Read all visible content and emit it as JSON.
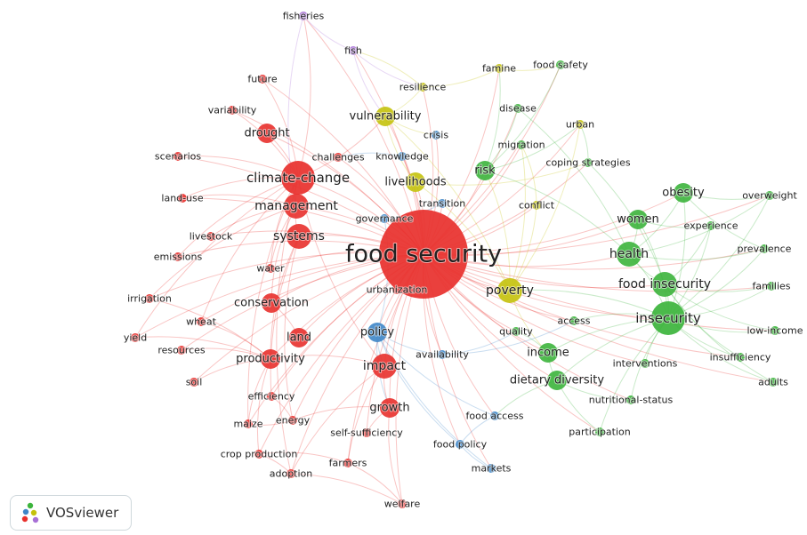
{
  "app": {
    "name": "VOSviewer"
  },
  "clusters": {
    "red": "#e8302c",
    "green": "#3cb43c",
    "blue": "#3e86c8",
    "yellow": "#c4c20c",
    "purple": "#a870d6"
  },
  "terms": [
    {
      "label": "food security",
      "cluster": "red",
      "weight": 10
    },
    {
      "label": "climate-change",
      "cluster": "red",
      "weight": 5
    },
    {
      "label": "management",
      "cluster": "red",
      "weight": 4
    },
    {
      "label": "systems",
      "cluster": "red",
      "weight": 4
    },
    {
      "label": "impact",
      "cluster": "red",
      "weight": 4
    },
    {
      "label": "productivity",
      "cluster": "red",
      "weight": 3
    },
    {
      "label": "growth",
      "cluster": "red",
      "weight": 3
    },
    {
      "label": "land",
      "cluster": "red",
      "weight": 3
    },
    {
      "label": "conservation",
      "cluster": "red",
      "weight": 3
    },
    {
      "label": "drought",
      "cluster": "red",
      "weight": 3
    },
    {
      "label": "water",
      "cluster": "red",
      "weight": 2
    },
    {
      "label": "land-use",
      "cluster": "red",
      "weight": 2
    },
    {
      "label": "livestock",
      "cluster": "red",
      "weight": 2
    },
    {
      "label": "emissions",
      "cluster": "red",
      "weight": 2
    },
    {
      "label": "irrigation",
      "cluster": "red",
      "weight": 2
    },
    {
      "label": "wheat",
      "cluster": "red",
      "weight": 2
    },
    {
      "label": "yield",
      "cluster": "red",
      "weight": 2
    },
    {
      "label": "resources",
      "cluster": "red",
      "weight": 2
    },
    {
      "label": "soil",
      "cluster": "red",
      "weight": 2
    },
    {
      "label": "efficiency",
      "cluster": "red",
      "weight": 2
    },
    {
      "label": "energy",
      "cluster": "red",
      "weight": 2
    },
    {
      "label": "maize",
      "cluster": "red",
      "weight": 2
    },
    {
      "label": "crop production",
      "cluster": "red",
      "weight": 2
    },
    {
      "label": "adoption",
      "cluster": "red",
      "weight": 2
    },
    {
      "label": "farmers",
      "cluster": "red",
      "weight": 2
    },
    {
      "label": "welfare",
      "cluster": "red",
      "weight": 2
    },
    {
      "label": "self-sufficiency",
      "cluster": "red",
      "weight": 2
    },
    {
      "label": "variability",
      "cluster": "red",
      "weight": 2
    },
    {
      "label": "future",
      "cluster": "red",
      "weight": 2
    },
    {
      "label": "scenarios",
      "cluster": "red",
      "weight": 2
    },
    {
      "label": "challenges",
      "cluster": "red",
      "weight": 2
    },
    {
      "label": "urbanization",
      "cluster": "red",
      "weight": 2
    },
    {
      "label": "insecurity",
      "cluster": "green",
      "weight": 5
    },
    {
      "label": "health",
      "cluster": "green",
      "weight": 4
    },
    {
      "label": "food insecurity",
      "cluster": "green",
      "weight": 4
    },
    {
      "label": "obesity",
      "cluster": "green",
      "weight": 3
    },
    {
      "label": "women",
      "cluster": "green",
      "weight": 3
    },
    {
      "label": "income",
      "cluster": "green",
      "weight": 3
    },
    {
      "label": "dietary diversity",
      "cluster": "green",
      "weight": 3
    },
    {
      "label": "risk",
      "cluster": "green",
      "weight": 3
    },
    {
      "label": "overweight",
      "cluster": "green",
      "weight": 2
    },
    {
      "label": "experience",
      "cluster": "green",
      "weight": 2
    },
    {
      "label": "prevalence",
      "cluster": "green",
      "weight": 2
    },
    {
      "label": "families",
      "cluster": "green",
      "weight": 2
    },
    {
      "label": "low-income",
      "cluster": "green",
      "weight": 2
    },
    {
      "label": "insufficiency",
      "cluster": "green",
      "weight": 2
    },
    {
      "label": "adults",
      "cluster": "green",
      "weight": 2
    },
    {
      "label": "interventions",
      "cluster": "green",
      "weight": 2
    },
    {
      "label": "nutritional-status",
      "cluster": "green",
      "weight": 2
    },
    {
      "label": "participation",
      "cluster": "green",
      "weight": 2
    },
    {
      "label": "quality",
      "cluster": "green",
      "weight": 2
    },
    {
      "label": "access",
      "cluster": "green",
      "weight": 2
    },
    {
      "label": "disease",
      "cluster": "green",
      "weight": 2
    },
    {
      "label": "migration",
      "cluster": "green",
      "weight": 2
    },
    {
      "label": "food safety",
      "cluster": "green",
      "weight": 2
    },
    {
      "label": "coping strategies",
      "cluster": "green",
      "weight": 2
    },
    {
      "label": "policy",
      "cluster": "blue",
      "weight": 3
    },
    {
      "label": "availability",
      "cluster": "blue",
      "weight": 2
    },
    {
      "label": "food access",
      "cluster": "blue",
      "weight": 2
    },
    {
      "label": "food policy",
      "cluster": "blue",
      "weight": 2
    },
    {
      "label": "markets",
      "cluster": "blue",
      "weight": 2
    },
    {
      "label": "governance",
      "cluster": "blue",
      "weight": 2
    },
    {
      "label": "transition",
      "cluster": "blue",
      "weight": 2
    },
    {
      "label": "crisis",
      "cluster": "blue",
      "weight": 2
    },
    {
      "label": "knowledge",
      "cluster": "blue",
      "weight": 2
    },
    {
      "label": "poverty",
      "cluster": "yellow",
      "weight": 4
    },
    {
      "label": "vulnerability",
      "cluster": "yellow",
      "weight": 3
    },
    {
      "label": "livelihoods",
      "cluster": "yellow",
      "weight": 3
    },
    {
      "label": "resilience",
      "cluster": "yellow",
      "weight": 2
    },
    {
      "label": "conflict",
      "cluster": "yellow",
      "weight": 2
    },
    {
      "label": "famine",
      "cluster": "yellow",
      "weight": 2
    },
    {
      "label": "urban",
      "cluster": "yellow",
      "weight": 2
    },
    {
      "label": "fisheries",
      "cluster": "purple",
      "weight": 2
    },
    {
      "label": "fish",
      "cluster": "purple",
      "weight": 2
    }
  ],
  "links": [
    [
      "food security",
      "climate-change"
    ],
    [
      "food security",
      "management"
    ],
    [
      "food security",
      "systems"
    ],
    [
      "food security",
      "impact"
    ],
    [
      "food security",
      "productivity"
    ],
    [
      "food security",
      "growth"
    ],
    [
      "food security",
      "land"
    ],
    [
      "food security",
      "conservation"
    ],
    [
      "food security",
      "drought"
    ],
    [
      "food security",
      "water"
    ],
    [
      "food security",
      "poverty"
    ],
    [
      "food security",
      "insecurity"
    ],
    [
      "food security",
      "health"
    ],
    [
      "food security",
      "food insecurity"
    ],
    [
      "food security",
      "policy"
    ],
    [
      "food security",
      "vulnerability"
    ],
    [
      "food security",
      "livelihoods"
    ],
    [
      "food security",
      "income"
    ],
    [
      "food security",
      "dietary diversity"
    ],
    [
      "food security",
      "risk"
    ],
    [
      "food security",
      "obesity"
    ],
    [
      "food security",
      "women"
    ],
    [
      "food security",
      "availability"
    ],
    [
      "food security",
      "food access"
    ],
    [
      "food security",
      "governance"
    ],
    [
      "food security",
      "resilience"
    ],
    [
      "food security",
      "fish"
    ],
    [
      "food security",
      "fisheries"
    ],
    [
      "food security",
      "welfare"
    ],
    [
      "food security",
      "adoption"
    ],
    [
      "food security",
      "farmers"
    ],
    [
      "food security",
      "yield"
    ],
    [
      "food security",
      "irrigation"
    ],
    [
      "food security",
      "emissions"
    ],
    [
      "food security",
      "land-use"
    ],
    [
      "food security",
      "scenarios"
    ],
    [
      "food security",
      "variability"
    ],
    [
      "food security",
      "future"
    ],
    [
      "food security",
      "overweight"
    ],
    [
      "food security",
      "prevalence"
    ],
    [
      "food security",
      "families"
    ],
    [
      "food security",
      "low-income"
    ],
    [
      "food security",
      "adults"
    ],
    [
      "food security",
      "insufficiency"
    ],
    [
      "food security",
      "markets"
    ],
    [
      "food security",
      "food policy"
    ],
    [
      "food security",
      "conflict"
    ],
    [
      "food security",
      "famine"
    ],
    [
      "food security",
      "food safety"
    ],
    [
      "food security",
      "urban"
    ],
    [
      "food security",
      "migration"
    ],
    [
      "food security",
      "disease"
    ],
    [
      "food security",
      "coping strategies"
    ],
    [
      "food security",
      "crop production"
    ],
    [
      "food security",
      "maize"
    ],
    [
      "food security",
      "energy"
    ],
    [
      "food security",
      "efficiency"
    ],
    [
      "food security",
      "soil"
    ],
    [
      "food security",
      "resources"
    ],
    [
      "food security",
      "wheat"
    ],
    [
      "food security",
      "livestock"
    ],
    [
      "food security",
      "challenges"
    ],
    [
      "food security",
      "knowledge"
    ],
    [
      "food security",
      "crisis"
    ],
    [
      "food security",
      "transition"
    ],
    [
      "food security",
      "urbanization"
    ],
    [
      "food security",
      "self-sufficiency"
    ],
    [
      "food security",
      "quality"
    ],
    [
      "food security",
      "access"
    ],
    [
      "food security",
      "interventions"
    ],
    [
      "food security",
      "nutritional-status"
    ],
    [
      "food security",
      "participation"
    ],
    [
      "climate-change",
      "drought"
    ],
    [
      "climate-change",
      "variability"
    ],
    [
      "climate-change",
      "scenarios"
    ],
    [
      "climate-change",
      "management"
    ],
    [
      "climate-change",
      "land-use"
    ],
    [
      "climate-change",
      "impact"
    ],
    [
      "climate-change",
      "vulnerability"
    ],
    [
      "climate-change",
      "adoption"
    ],
    [
      "climate-change",
      "yield"
    ],
    [
      "climate-change",
      "future"
    ],
    [
      "climate-change",
      "emissions"
    ],
    [
      "climate-change",
      "water"
    ],
    [
      "climate-change",
      "fisheries"
    ],
    [
      "climate-change",
      "wheat"
    ],
    [
      "climate-change",
      "maize"
    ],
    [
      "management",
      "systems"
    ],
    [
      "management",
      "conservation"
    ],
    [
      "management",
      "water"
    ],
    [
      "management",
      "land-use"
    ],
    [
      "management",
      "livestock"
    ],
    [
      "management",
      "irrigation"
    ],
    [
      "systems",
      "productivity"
    ],
    [
      "systems",
      "energy"
    ],
    [
      "systems",
      "efficiency"
    ],
    [
      "impact",
      "productivity"
    ],
    [
      "impact",
      "growth"
    ],
    [
      "impact",
      "adoption"
    ],
    [
      "impact",
      "farmers"
    ],
    [
      "productivity",
      "yield"
    ],
    [
      "productivity",
      "wheat"
    ],
    [
      "productivity",
      "resources"
    ],
    [
      "productivity",
      "soil"
    ],
    [
      "productivity",
      "crop production"
    ],
    [
      "productivity",
      "maize"
    ],
    [
      "productivity",
      "irrigation"
    ],
    [
      "growth",
      "welfare"
    ],
    [
      "growth",
      "self-sufficiency"
    ],
    [
      "growth",
      "energy"
    ],
    [
      "land",
      "conservation"
    ],
    [
      "insecurity",
      "health"
    ],
    [
      "insecurity",
      "food insecurity"
    ],
    [
      "insecurity",
      "obesity"
    ],
    [
      "insecurity",
      "women"
    ],
    [
      "insecurity",
      "overweight"
    ],
    [
      "insecurity",
      "prevalence"
    ],
    [
      "insecurity",
      "families"
    ],
    [
      "insecurity",
      "low-income"
    ],
    [
      "insecurity",
      "insufficiency"
    ],
    [
      "insecurity",
      "adults"
    ],
    [
      "insecurity",
      "interventions"
    ],
    [
      "insecurity",
      "experience"
    ],
    [
      "insecurity",
      "income"
    ],
    [
      "insecurity",
      "poverty"
    ],
    [
      "insecurity",
      "dietary diversity"
    ],
    [
      "insecurity",
      "nutritional-status"
    ],
    [
      "insecurity",
      "participation"
    ],
    [
      "insecurity",
      "access"
    ],
    [
      "health",
      "obesity"
    ],
    [
      "health",
      "women"
    ],
    [
      "health",
      "risk"
    ],
    [
      "health",
      "disease"
    ],
    [
      "health",
      "food insecurity"
    ],
    [
      "health",
      "prevalence"
    ],
    [
      "health",
      "overweight"
    ],
    [
      "food insecurity",
      "families"
    ],
    [
      "food insecurity",
      "low-income"
    ],
    [
      "food insecurity",
      "adults"
    ],
    [
      "food insecurity",
      "insufficiency"
    ],
    [
      "food insecurity",
      "experience"
    ],
    [
      "food insecurity",
      "coping strategies"
    ],
    [
      "obesity",
      "overweight"
    ],
    [
      "obesity",
      "prevalence"
    ],
    [
      "women",
      "experience"
    ],
    [
      "income",
      "dietary diversity"
    ],
    [
      "income",
      "quality"
    ],
    [
      "dietary diversity",
      "nutritional-status"
    ],
    [
      "dietary diversity",
      "participation"
    ],
    [
      "dietary diversity",
      "food access"
    ],
    [
      "poverty",
      "vulnerability"
    ],
    [
      "poverty",
      "livelihoods"
    ],
    [
      "poverty",
      "conflict"
    ],
    [
      "poverty",
      "income"
    ],
    [
      "poverty",
      "risk"
    ],
    [
      "poverty",
      "urban"
    ],
    [
      "poverty",
      "migration"
    ],
    [
      "vulnerability",
      "resilience"
    ],
    [
      "vulnerability",
      "livelihoods"
    ],
    [
      "vulnerability",
      "crisis"
    ],
    [
      "resilience",
      "famine"
    ],
    [
      "resilience",
      "fish"
    ],
    [
      "livelihoods",
      "coping strategies"
    ],
    [
      "policy",
      "availability"
    ],
    [
      "policy",
      "food access"
    ],
    [
      "policy",
      "food policy"
    ],
    [
      "policy",
      "markets"
    ],
    [
      "policy",
      "governance"
    ],
    [
      "policy",
      "impact"
    ],
    [
      "policy",
      "growth"
    ],
    [
      "availability",
      "access"
    ],
    [
      "availability",
      "quality"
    ],
    [
      "food access",
      "food policy"
    ],
    [
      "food policy",
      "markets"
    ],
    [
      "governance",
      "transition"
    ],
    [
      "knowledge",
      "challenges"
    ],
    [
      "fisheries",
      "fish"
    ],
    [
      "fish",
      "vulnerability"
    ],
    [
      "fish",
      "resilience"
    ],
    [
      "fisheries",
      "management"
    ],
    [
      "risk",
      "famine"
    ],
    [
      "risk",
      "food safety"
    ],
    [
      "risk",
      "disease"
    ],
    [
      "risk",
      "urban"
    ],
    [
      "coping strategies",
      "urban"
    ],
    [
      "famine",
      "food safety"
    ],
    [
      "conflict",
      "migration"
    ],
    [
      "welfare",
      "farmers"
    ],
    [
      "welfare",
      "adoption"
    ],
    [
      "farmers",
      "crop production"
    ],
    [
      "adoption",
      "crop production"
    ],
    [
      "energy",
      "efficiency"
    ],
    [
      "maize",
      "energy"
    ]
  ]
}
